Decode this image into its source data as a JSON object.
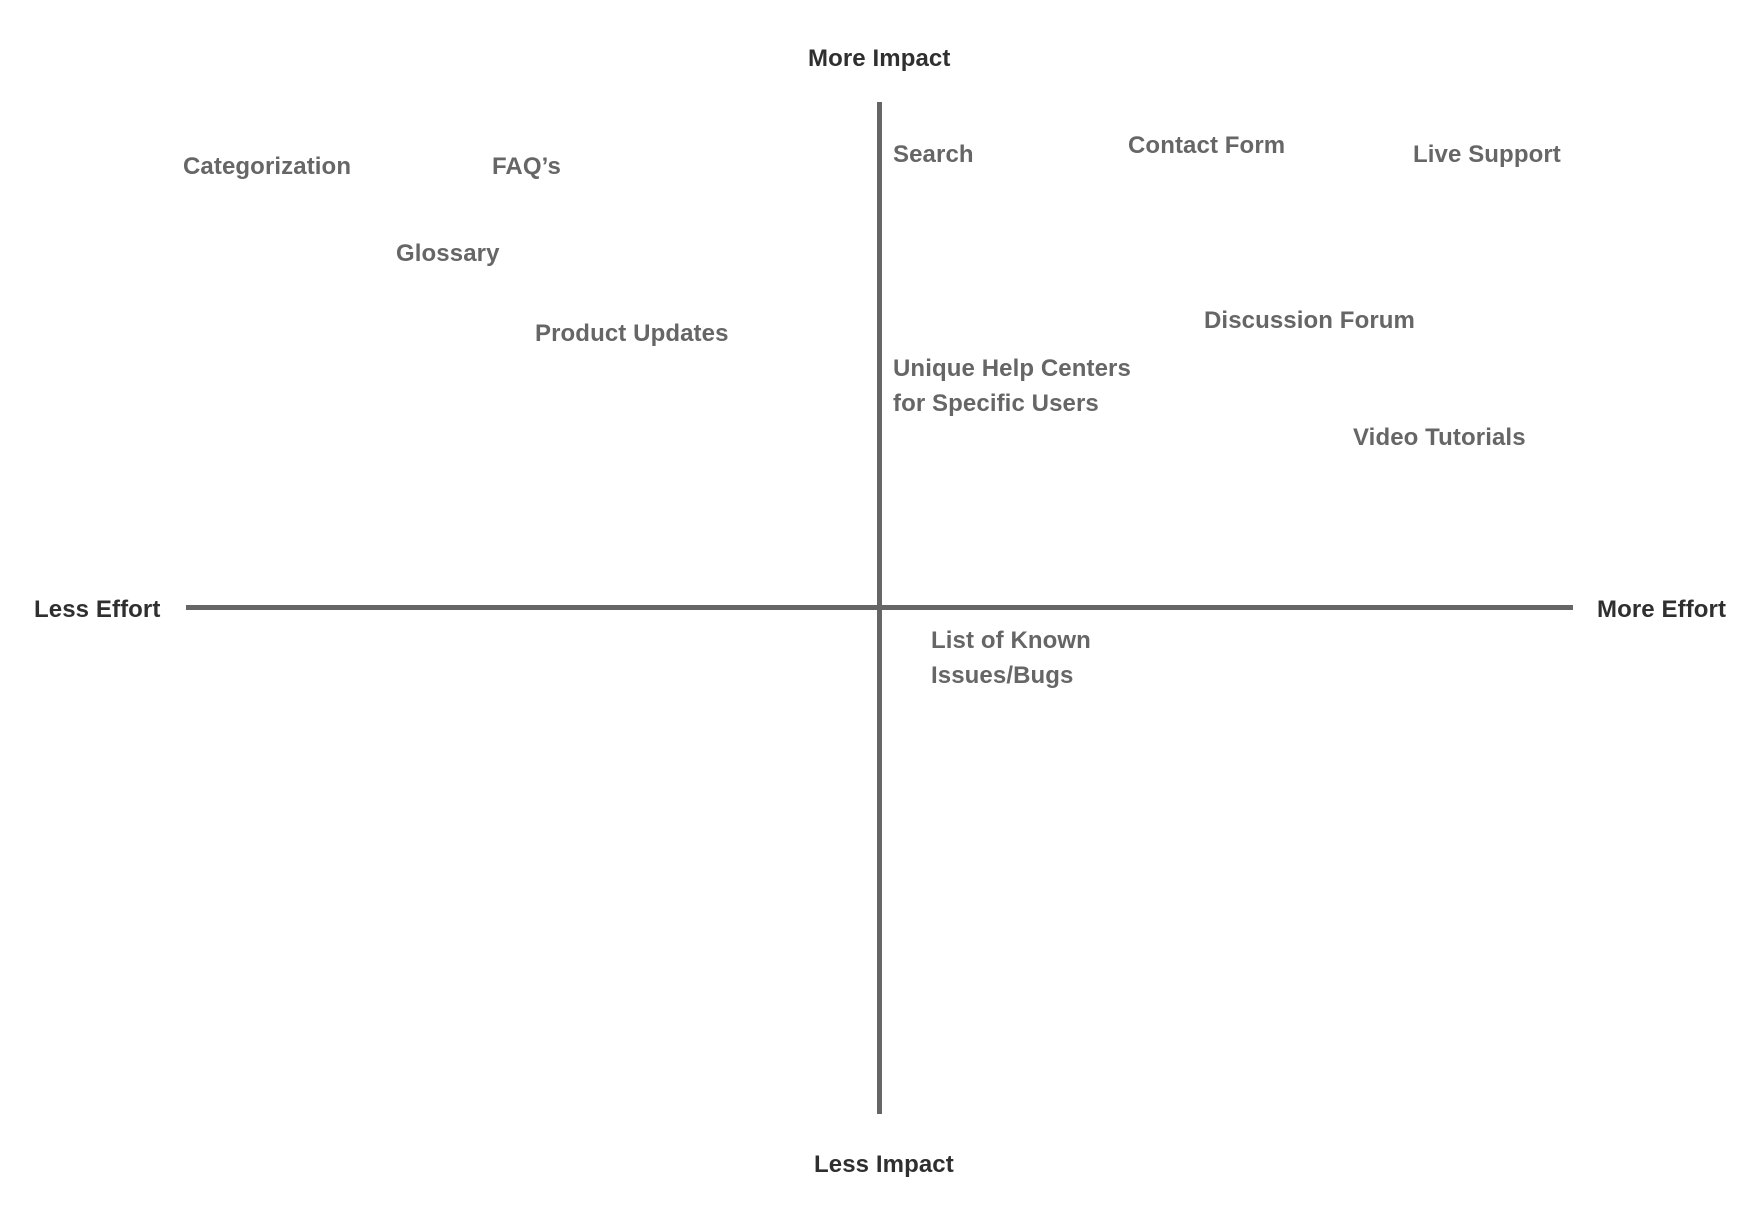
{
  "axes": {
    "top": "More Impact",
    "bottom": "Less Impact",
    "left": "Less Effort",
    "right": "More Effort"
  },
  "items": {
    "categorization": "Categorization",
    "faqs": "FAQ’s",
    "glossary": "Glossary",
    "product_updates": "Product Updates",
    "search": "Search",
    "contact_form": "Contact Form",
    "live_support": "Live Support",
    "discussion_forum": "Discussion Forum",
    "unique_help_centers": [
      "Unique Help Centers",
      "for Specific Users"
    ],
    "video_tutorials": "Video Tutorials",
    "known_issues": [
      "List of Known",
      "Issues/Bugs"
    ]
  }
}
